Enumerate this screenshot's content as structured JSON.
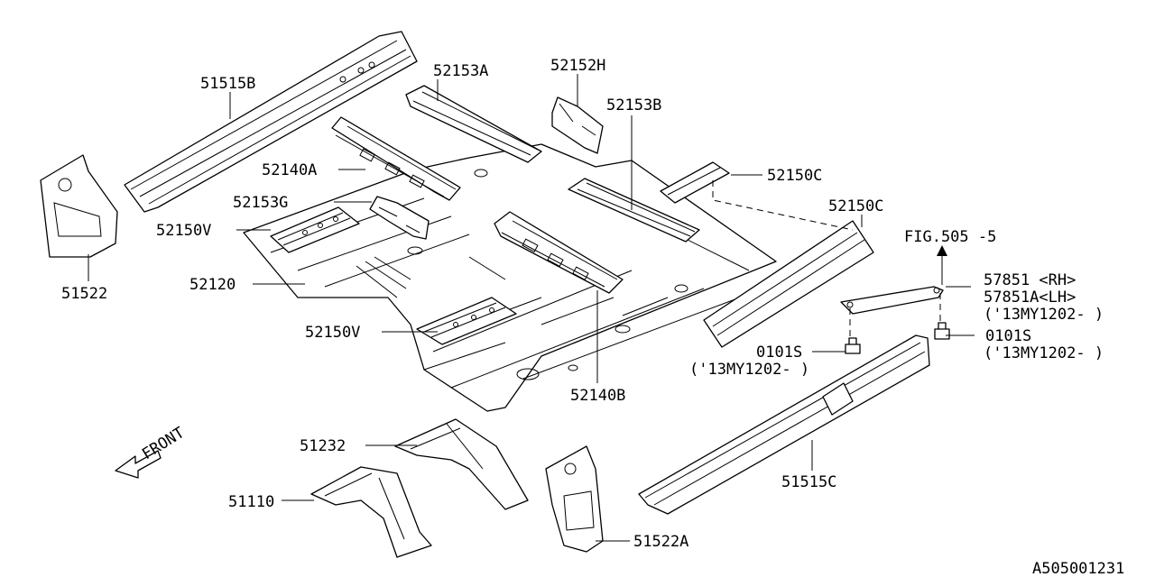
{
  "diagram": {
    "callouts": {
      "p51515B": "51515B",
      "p52153A": "52153A",
      "p52152H": "52152H",
      "p52153B": "52153B",
      "p52140A": "52140A",
      "p52150C_a": "52150C",
      "p52150C_b": "52150C",
      "p52153G": "52153G",
      "p52150V_a": "52150V",
      "p52120": "52120",
      "p51522": "51522",
      "p52150V_b": "52150V",
      "p52140B": "52140B",
      "fig": "FIG.505 -5",
      "p57851": "57851 <RH>",
      "p57851A": "57851A<LH>",
      "note1": "('13MY1202-    )",
      "bolt_a": "0101S",
      "note2": "('13MY1202-    )",
      "bolt_b": "0101S",
      "note3": "('13MY1202-    )",
      "p51232": "51232",
      "p51110": "51110",
      "p51515C": "51515C",
      "p51522A": "51522A",
      "front": "FRONT",
      "code": "A505001231"
    }
  }
}
